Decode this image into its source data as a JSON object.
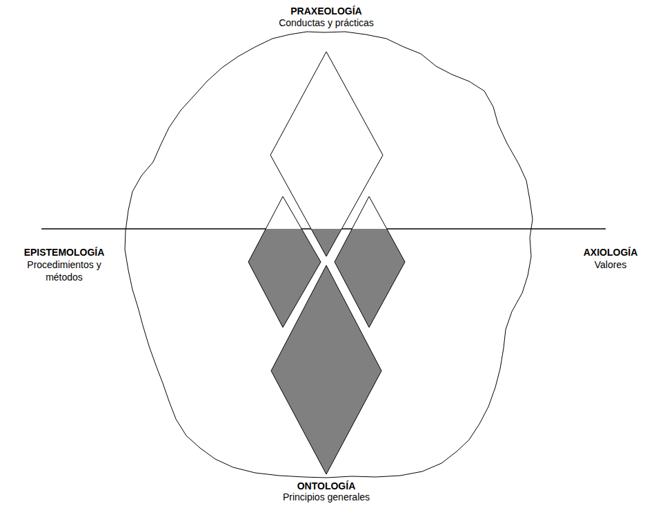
{
  "diagram": {
    "nodes": [
      {
        "text": [
          "PRAXEOLOGÍA",
          "Conductas y prácticas"
        ]
      },
      {
        "text": [
          "EPISTEMOLOGÍA",
          "Procedimientos y métodos"
        ]
      },
      {
        "text": [
          "AXIOLOGÍA",
          "Valores"
        ]
      },
      {
        "text": [
          "ONTOLOGÍA",
          "Principios generales"
        ]
      }
    ]
  }
}
